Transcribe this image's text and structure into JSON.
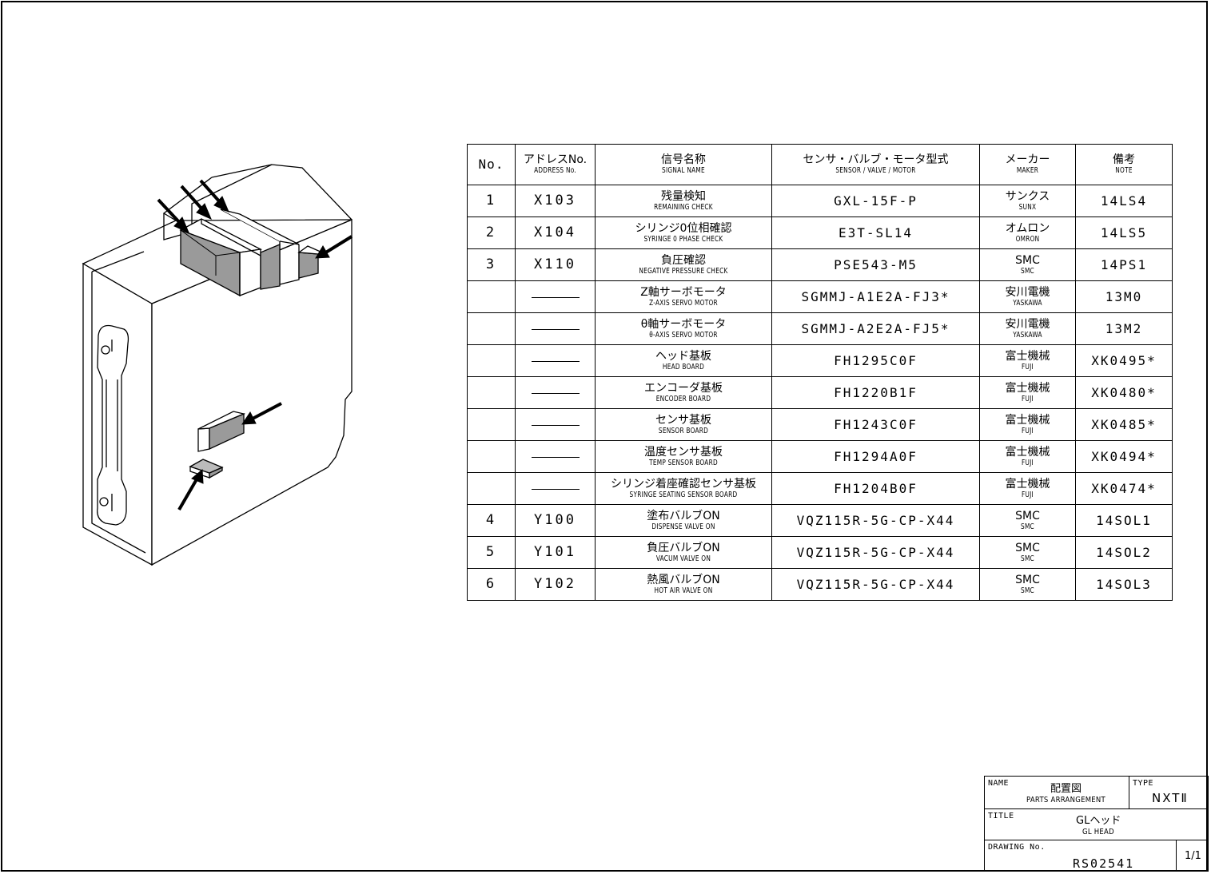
{
  "table": {
    "headers": [
      {
        "jp": "No.",
        "en": ""
      },
      {
        "jp": "アドレスNo.",
        "en": "ADDRESS No."
      },
      {
        "jp": "信号名称",
        "en": "SIGNAL NAME"
      },
      {
        "jp": "センサ・バルブ・モータ型式",
        "en": "SENSOR / VALVE / MOTOR"
      },
      {
        "jp": "メーカー",
        "en": "MAKER"
      },
      {
        "jp": "備考",
        "en": "NOTE"
      }
    ],
    "rows": [
      {
        "no": "1",
        "address": "X103",
        "signal_jp": "残量検知",
        "signal_en": "REMAINING CHECK",
        "model": "GXL-15F-P",
        "maker_jp": "サンクス",
        "maker_en": "SUNX",
        "note": "14LS4"
      },
      {
        "no": "2",
        "address": "X104",
        "signal_jp": "シリンジ0位相確認",
        "signal_en": "SYRINGE 0 PHASE CHECK",
        "model": "E3T-SL14",
        "maker_jp": "オムロン",
        "maker_en": "OMRON",
        "note": "14LS5"
      },
      {
        "no": "3",
        "address": "X110",
        "signal_jp": "負圧確認",
        "signal_en": "NEGATIVE PRESSURE CHECK",
        "model": "PSE543-M5",
        "maker_jp": "SMC",
        "maker_en": "SMC",
        "note": "14PS1"
      },
      {
        "no": "",
        "address": "",
        "signal_jp": "Z軸サーボモータ",
        "signal_en": "Z-AXIS SERVO MOTOR",
        "model": "SGMMJ-A1E2A-FJ3*",
        "maker_jp": "安川電機",
        "maker_en": "YASKAWA",
        "note": "13M0"
      },
      {
        "no": "",
        "address": "",
        "signal_jp": "θ軸サーボモータ",
        "signal_en": "θ-AXIS SERVO MOTOR",
        "model": "SGMMJ-A2E2A-FJ5*",
        "maker_jp": "安川電機",
        "maker_en": "YASKAWA",
        "note": "13M2"
      },
      {
        "no": "",
        "address": "",
        "signal_jp": "ヘッド基板",
        "signal_en": "HEAD BOARD",
        "model": "FH1295C0F",
        "maker_jp": "富士機械",
        "maker_en": "FUJI",
        "note": "XK0495*"
      },
      {
        "no": "",
        "address": "",
        "signal_jp": "エンコーダ基板",
        "signal_en": "ENCODER BOARD",
        "model": "FH1220B1F",
        "maker_jp": "富士機械",
        "maker_en": "FUJI",
        "note": "XK0480*"
      },
      {
        "no": "",
        "address": "",
        "signal_jp": "センサ基板",
        "signal_en": "SENSOR BOARD",
        "model": "FH1243C0F",
        "maker_jp": "富士機械",
        "maker_en": "FUJI",
        "note": "XK0485*"
      },
      {
        "no": "",
        "address": "",
        "signal_jp": "温度センサ基板",
        "signal_en": "TEMP SENSOR BOARD",
        "model": "FH1294A0F",
        "maker_jp": "富士機械",
        "maker_en": "FUJI",
        "note": "XK0494*"
      },
      {
        "no": "",
        "address": "",
        "signal_jp": "シリンジ着座確認センサ基板",
        "signal_en": "SYRINGE SEATING SENSOR BOARD",
        "model": "FH1204B0F",
        "maker_jp": "富士機械",
        "maker_en": "FUJI",
        "note": "XK0474*"
      },
      {
        "no": "4",
        "address": "Y100",
        "signal_jp": "塗布バルブON",
        "signal_en": "DISPENSE VALVE ON",
        "model": "VQZ115R-5G-CP-X44",
        "maker_jp": "SMC",
        "maker_en": "SMC",
        "note": "14SOL1"
      },
      {
        "no": "5",
        "address": "Y101",
        "signal_jp": "負圧バルブON",
        "signal_en": "VACUM VALVE ON",
        "model": "VQZ115R-5G-CP-X44",
        "maker_jp": "SMC",
        "maker_en": "SMC",
        "note": "14SOL2"
      },
      {
        "no": "6",
        "address": "Y102",
        "signal_jp": "熱風バルブON",
        "signal_en": "HOT AIR VALVE ON",
        "model": "VQZ115R-5G-CP-X44",
        "maker_jp": "SMC",
        "maker_en": "SMC",
        "note": "14SOL3"
      }
    ]
  },
  "title_block": {
    "name_label": "NAME",
    "name_jp": "配置図",
    "name_en": "PARTS ARRANGEMENT",
    "type_label": "TYPE",
    "type_value": "NXTⅡ",
    "title_label": "TITLE",
    "title_jp": "GLヘッド",
    "title_en": "GL HEAD",
    "drawing_label": "DRAWING No.",
    "drawing_no": "RS02541",
    "sheet": "1/1"
  }
}
